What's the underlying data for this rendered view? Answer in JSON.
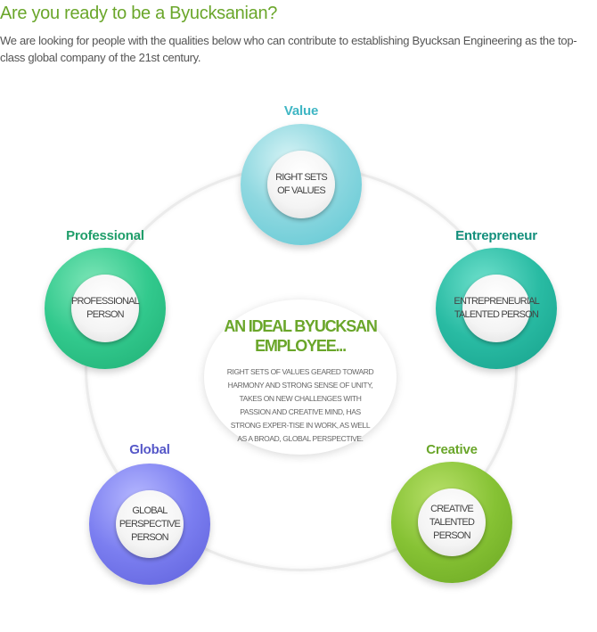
{
  "header": {
    "title": "Are you ready to be a Byucksanian?",
    "intro": "We are looking for people with the qualities below who can contribute to establishing Byucksan Engineering as the top-class global company of the 21st century."
  },
  "center": {
    "title": "AN IDEAL BYUCKSAN EMPLOYEE...",
    "description": "RIGHT SETS OF VALUES GEARED TOWARD HARMONY AND STRONG SENSE OF UNITY, TAKES ON NEW CHALLENGES WITH PASSION AND CREATIVE MIND, HAS STRONG EXPER-TISE IN WORK, AS WELL AS A BROAD, GLOBAL PERSPECTIVE."
  },
  "qualities": {
    "value": {
      "label": "Value",
      "text": "RIGHT SETS OF VALUES",
      "color": "#3fb6c4"
    },
    "entrepreneur": {
      "label": "Entrepreneur",
      "text": "ENTREPRENEURIAL TALENTED PERSON",
      "color": "#138f7c"
    },
    "professional": {
      "label": "Professional",
      "text": "PROFESSIONAL PERSON",
      "color": "#1f9e6a"
    },
    "global": {
      "label": "Global",
      "text": "GLOBAL PERSPECTIVE PERSON",
      "color": "#5557c8"
    },
    "creative": {
      "label": "Creative",
      "text": "CREATIVE TALENTED PERSON",
      "color": "#6aa62a"
    }
  }
}
